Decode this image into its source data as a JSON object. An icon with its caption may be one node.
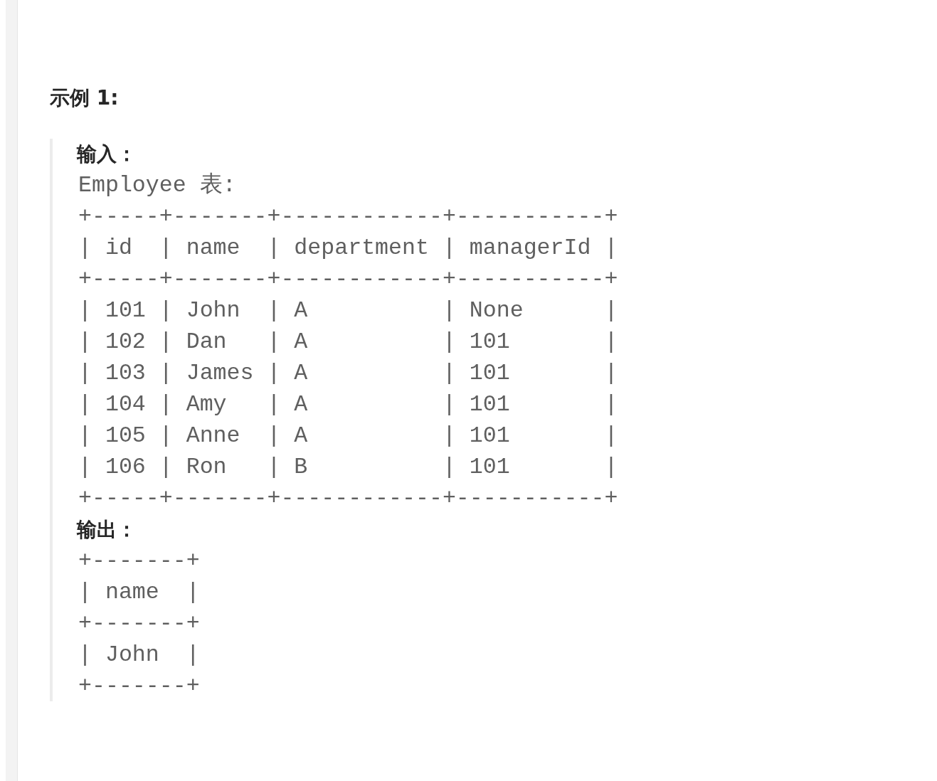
{
  "diagram": {
    "title": "示例 1:",
    "labels": [
      "输入：",
      "Employee 表:",
      "+-----+-------+------------+-----------+",
      "| id  | name  | department | managerId |",
      "+-----+-------+------------+-----------+",
      "| 101 | John  | A          | None      |",
      "| 102 | Dan   | A          | 101       |",
      "| 103 | James | A          | 101       |",
      "| 104 | Amy   | A          | 101       |",
      "| 105 | Anne  | A          | 101       |",
      "| 106 | Ron   | B          | 101       |",
      "+-----+-------+------------+-----------+",
      "输出：",
      "+-------+",
      "| name  |",
      "+-------+",
      "| John  |",
      "+-------+"
    ]
  }
}
